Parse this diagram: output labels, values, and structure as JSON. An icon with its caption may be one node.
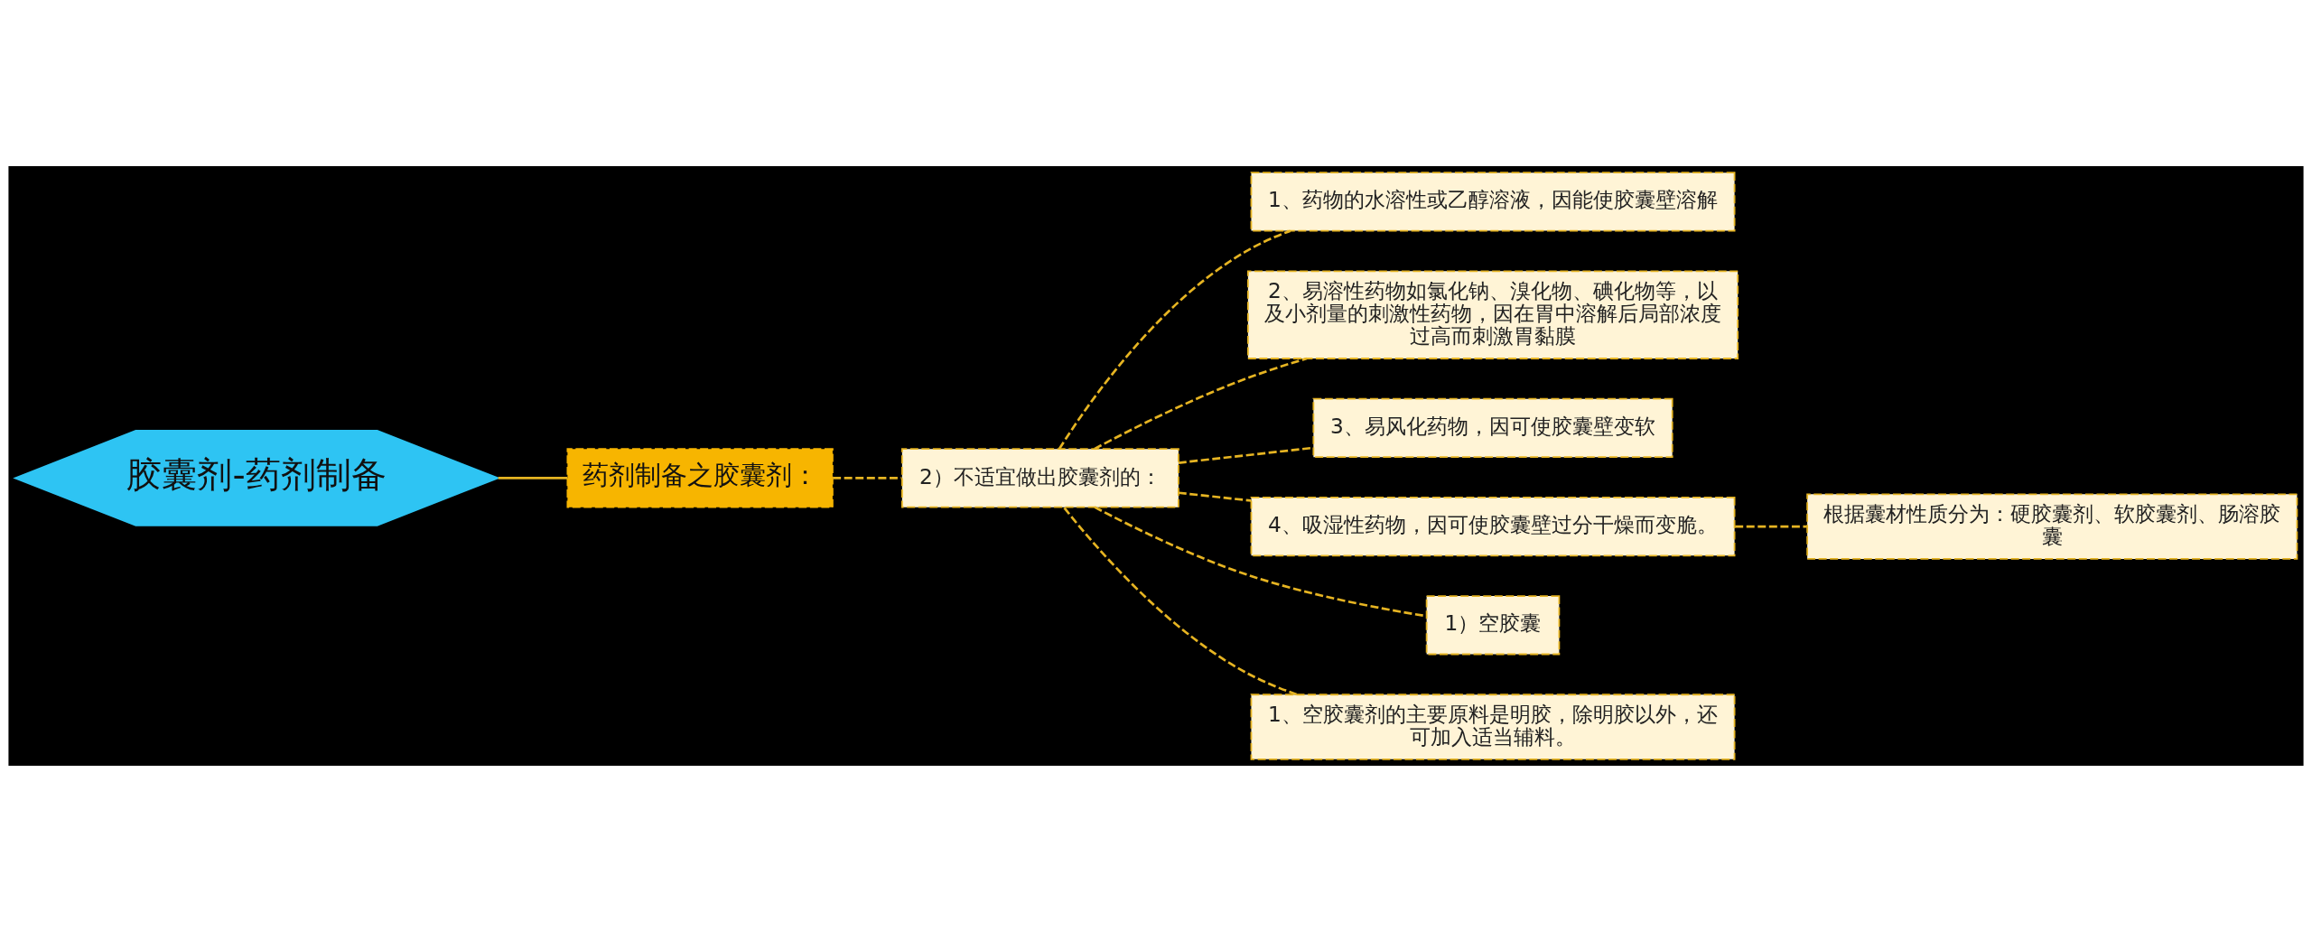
{
  "diagram": {
    "nodes": [
      {
        "text": [
          "胶囊剂-药剂制备"
        ]
      },
      {
        "text": [
          "药剂制备之胶囊剂："
        ]
      },
      {
        "text": [
          "2）不适宜做出胶囊剂的："
        ]
      },
      {
        "text": [
          "1、药物的水溶性或乙醇溶液，因能使胶囊壁溶解"
        ]
      },
      {
        "text": [
          "2、易溶性药物如氯化钠、溴化物、碘化物等，以及小剂量的刺激性药物，因在胃中溶解后局部浓度过高而刺激胃黏膜"
        ]
      },
      {
        "text": [
          "3、易风化药物，因可使胶囊壁变软"
        ]
      },
      {
        "text": [
          "4、吸湿性药物，因可使胶囊壁过分干燥而变脆。"
        ]
      },
      {
        "text": [
          "根据囊材性质分为：硬胶囊剂、软胶囊剂、肠溶胶囊"
        ]
      },
      {
        "text": [
          "1）空胶囊"
        ]
      },
      {
        "text": [
          "1、空胶囊剂的主要原料是明胶，除明胶以外，还可加入适当辅料。"
        ]
      }
    ],
    "edges": [
      {
        "from": 0,
        "to": 1,
        "arrow": "none"
      },
      {
        "from": 1,
        "to": 2,
        "arrow": "none",
        "style": "dashed"
      },
      {
        "from": 2,
        "to": 3,
        "arrow": "none",
        "style": "dashed"
      },
      {
        "from": 2,
        "to": 4,
        "arrow": "none",
        "style": "dashed"
      },
      {
        "from": 2,
        "to": 5,
        "arrow": "none",
        "style": "dashed"
      },
      {
        "from": 2,
        "to": 6,
        "arrow": "none",
        "style": "dashed"
      },
      {
        "from": 6,
        "to": 7,
        "arrow": "none",
        "style": "dashed"
      },
      {
        "from": 2,
        "to": 8,
        "arrow": "none",
        "style": "dashed"
      },
      {
        "from": 2,
        "to": 9,
        "arrow": "none",
        "style": "dashed"
      }
    ]
  }
}
